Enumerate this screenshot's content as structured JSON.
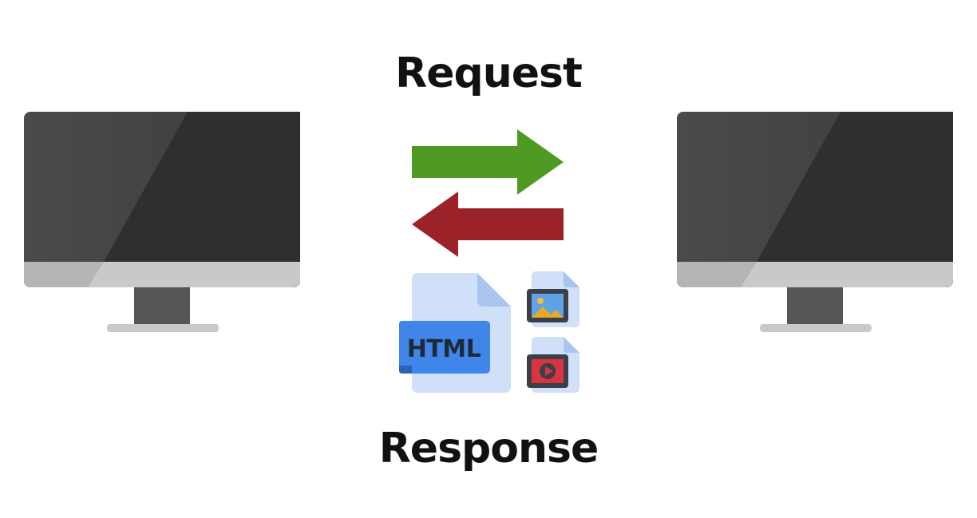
{
  "diagram": {
    "request_label": "Request",
    "response_label": "Response",
    "html_file_text": "HTML",
    "nodes": [
      {
        "id": "client",
        "icon": "monitor-icon"
      },
      {
        "id": "server",
        "icon": "monitor-icon"
      }
    ],
    "arrows": [
      {
        "id": "request-arrow",
        "direction": "right",
        "color": "#4e9a22"
      },
      {
        "id": "response-arrow",
        "direction": "left",
        "color": "#9b2228"
      }
    ],
    "files": [
      {
        "id": "html-file",
        "icon": "html-file-icon"
      },
      {
        "id": "image-file",
        "icon": "image-file-icon"
      },
      {
        "id": "video-file",
        "icon": "video-file-icon"
      }
    ]
  }
}
